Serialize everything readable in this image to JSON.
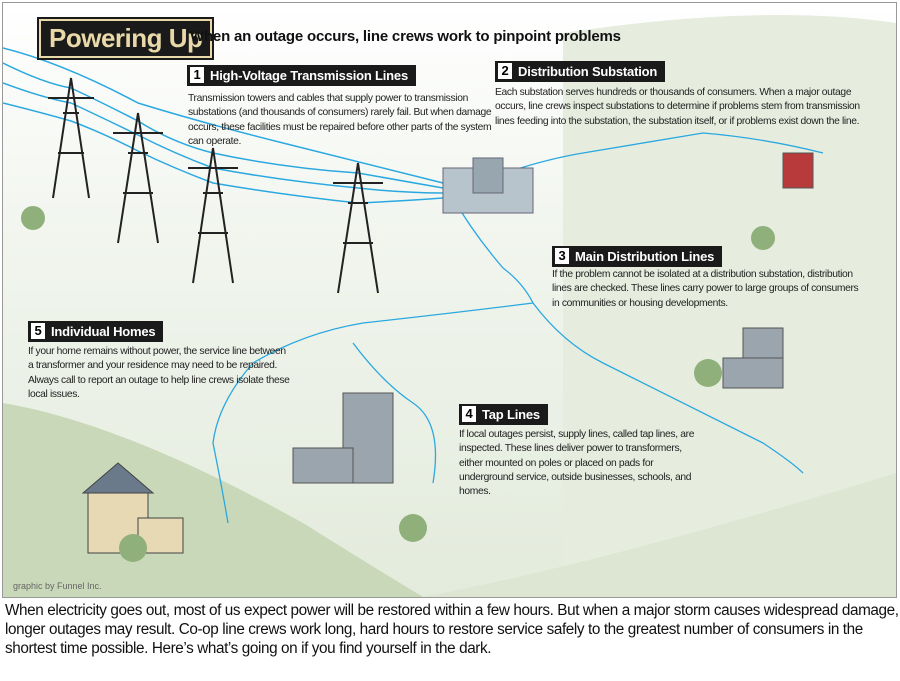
{
  "header": {
    "title": "Powering Up",
    "subtitle": "When an outage occurs, line crews work to pinpoint problems"
  },
  "sections": [
    {
      "number": "1",
      "title": "High-Voltage Transmission Lines",
      "text": "Transmission towers and cables that supply power to transmission substations (and thousands of consumers) rarely fail. But when damage occurs, these facilities must be repaired before other parts of the system can operate."
    },
    {
      "number": "2",
      "title": "Distribution Substation",
      "text": "Each substation serves hundreds or thousands of consumers. When a major outage occurs, line crews inspect substations to determine if problems stem from transmission lines feeding into the substation, the substation itself, or if problems exist down the line."
    },
    {
      "number": "3",
      "title": "Main Distribution Lines",
      "text": "If the problem cannot be isolated at a distribution substation, distribution lines are checked. These lines carry power to large groups of consumers in communities or housing developments."
    },
    {
      "number": "4",
      "title": "Tap Lines",
      "text": "If local outages persist, supply lines, called tap lines, are inspected. These lines deliver power to transformers, either mounted on poles or placed on pads for underground service, outside businesses, schools, and homes."
    },
    {
      "number": "5",
      "title": "Individual Homes",
      "text": "If your home remains without power, the service line between a transformer and your residence may need to be repaired. Always call to report an outage to help line crews isolate these local issues."
    }
  ],
  "credit": "graphic by Funnel Inc.",
  "caption": "When electricity goes out, most of us expect power will be restored within a few hours. But when a major storm causes widespread damage, longer outages may result. Co-op line crews work long, hard hours to restore service safely to the greatest number of consumers in the shortest time possible. Here’s what’s going on if you find yourself in the dark.",
  "colors": {
    "line": "#2aa8e0",
    "tower": "#222222",
    "hill": "#c9d8b8",
    "title_text": "#e9d9a8"
  }
}
